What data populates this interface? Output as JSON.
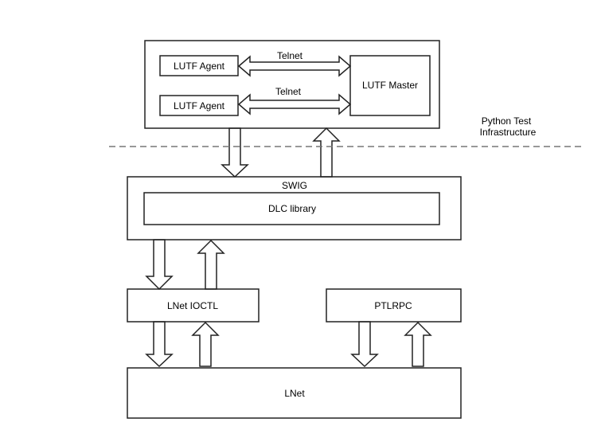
{
  "labels": {
    "lutf_agent_1": "LUTF Agent",
    "lutf_agent_2": "LUTF Agent",
    "lutf_master": "LUTF Master",
    "telnet_1": "Telnet",
    "telnet_2": "Telnet",
    "python_test_line1": "Python Test",
    "python_test_line2": "Infrastructure",
    "swig": "SWIG",
    "dlc_library": "DLC library",
    "lnet_ioctl": "LNet IOCTL",
    "ptlrpc": "PTLRPC",
    "lnet": "LNet"
  },
  "colors": {
    "stroke": "#222222",
    "dash": "#777777",
    "background": "#ffffff"
  }
}
